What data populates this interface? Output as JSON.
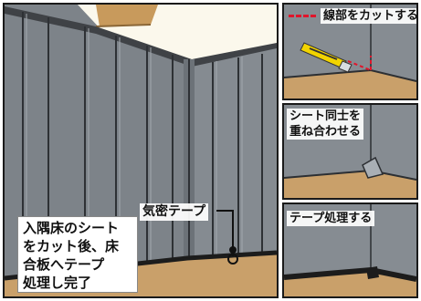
{
  "main": {
    "callout_label": "気密テープ",
    "caption_lines": [
      "入隅床のシート",
      "をカット後、床",
      "合板へテープ",
      "処理し完了"
    ]
  },
  "steps": [
    {
      "label": "線部をカットする",
      "legend": "red-dashed-line"
    },
    {
      "label_lines": [
        "シート同士を",
        "重ね合わせる"
      ]
    },
    {
      "label": "テープ処理する"
    }
  ],
  "colors": {
    "wall_sheet": "#7c8288",
    "floor_plywood": "#c9a06a",
    "cut_line": "#e0152b",
    "tape": "#1c1c1c",
    "ceiling_opening": "#fbf8ec"
  }
}
